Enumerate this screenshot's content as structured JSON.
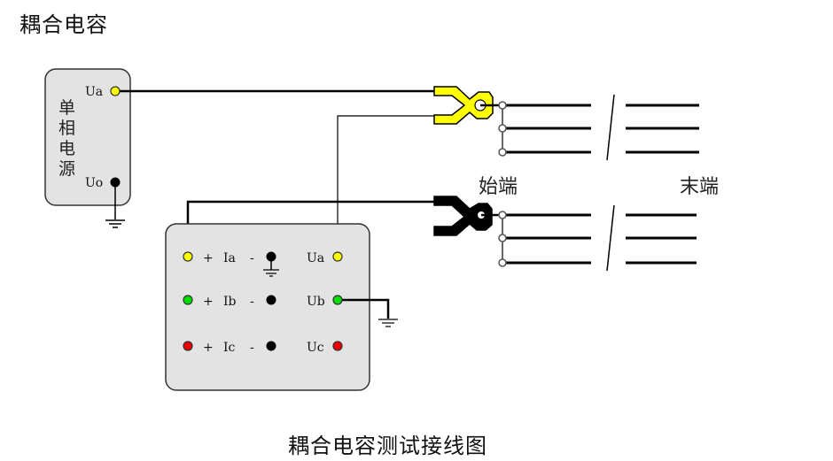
{
  "title": "耦合电容",
  "caption": "耦合电容测试接线图",
  "colors": {
    "phase_a": "#ffff00",
    "phase_b": "#00dd00",
    "phase_c": "#ee0000",
    "terminal_black": "#000000",
    "box_fill": "#e3e3e3",
    "clamp_yellow": "#ffff00",
    "clamp_black": "#000000"
  },
  "source": {
    "label_chars": [
      "单",
      "相",
      "电",
      "源"
    ],
    "terminals": [
      {
        "name": "Ua",
        "color": "yellow"
      },
      {
        "name": "Uo",
        "color": "black"
      }
    ]
  },
  "tester": {
    "rows": [
      {
        "current_plus": "+",
        "current": "Ia",
        "current_minus": "-",
        "plus_color": "yellow",
        "voltage": "Ua",
        "voltage_color": "yellow"
      },
      {
        "current_plus": "+",
        "current": "Ib",
        "current_minus": "-",
        "plus_color": "green",
        "voltage": "Ub",
        "voltage_color": "green"
      },
      {
        "current_plus": "+",
        "current": "Ic",
        "current_minus": "-",
        "plus_color": "red",
        "voltage": "Uc",
        "voltage_color": "red"
      }
    ]
  },
  "line": {
    "start_label": "始端",
    "end_label": "末端"
  }
}
